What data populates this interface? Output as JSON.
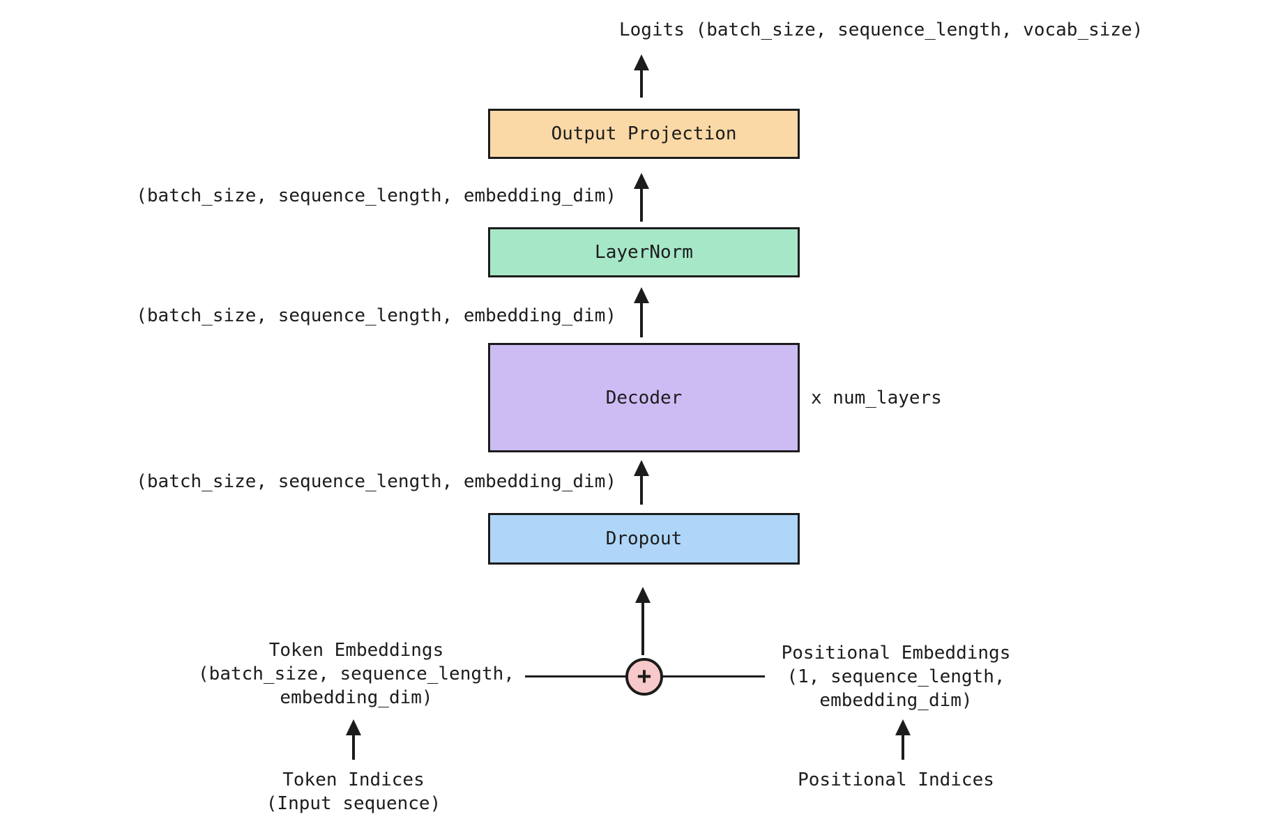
{
  "colors": {
    "ink": "#1c1c1c",
    "background": "#ffffff",
    "output_projection_fill": "#fad9a7",
    "layernorm_fill": "#a6e7c8",
    "decoder_fill": "#cdbcf4",
    "dropout_fill": "#afd6f8",
    "plus_fill": "#f8c9ca"
  },
  "output": {
    "logits_label": "Logits (batch_size, sequence_length, vocab_size)"
  },
  "boxes": {
    "output_projection": "Output Projection",
    "layernorm": "LayerNorm",
    "decoder": "Decoder",
    "dropout": "Dropout"
  },
  "annotations": {
    "shape_above_layernorm": "(batch_size, sequence_length, embedding_dim)",
    "shape_above_decoder": "(batch_size, sequence_length, embedding_dim)",
    "shape_above_dropout": "(batch_size, sequence_length, embedding_dim)",
    "num_layers": "x num_layers",
    "plus": "+"
  },
  "inputs": {
    "token_embeddings": {
      "line1": "Token Embeddings",
      "line2": "(batch_size, sequence_length,",
      "line3": "embedding_dim)"
    },
    "positional_embeddings": {
      "line1": "Positional Embeddings",
      "line2": "(1, sequence_length,",
      "line3": "embedding_dim)"
    },
    "token_indices": {
      "line1": "Token Indices",
      "line2": "(Input sequence)"
    },
    "positional_indices": {
      "line1": "Positional Indices"
    }
  }
}
